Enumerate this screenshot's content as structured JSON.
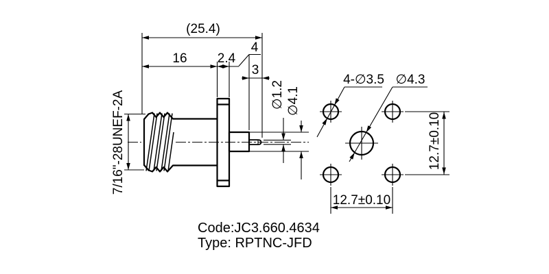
{
  "colors": {
    "background": "#ffffff",
    "line": "#000000"
  },
  "side_view": {
    "overall_length_dim": "(25.4)",
    "body_length_dim": "16",
    "flange_thickness_dim": "2.4",
    "bushing_length_dim": "4",
    "pin_length_dim": "3",
    "pin_diameter_dim": "∅1.2",
    "bushing_diameter_dim": "∅4.1",
    "thread_spec": "7/16\"-28UNEF-2A"
  },
  "face_view": {
    "mounting_holes_dim": "4-∅3.5",
    "center_hole_dim": "∅4.3",
    "hole_spacing_vertical_dim": "12.7±0.10",
    "hole_spacing_horizontal_dim": "12.7±0.10"
  },
  "caption": {
    "code": "Code:JC3.660.4634",
    "type": "Type: RPTNC-JFD"
  }
}
